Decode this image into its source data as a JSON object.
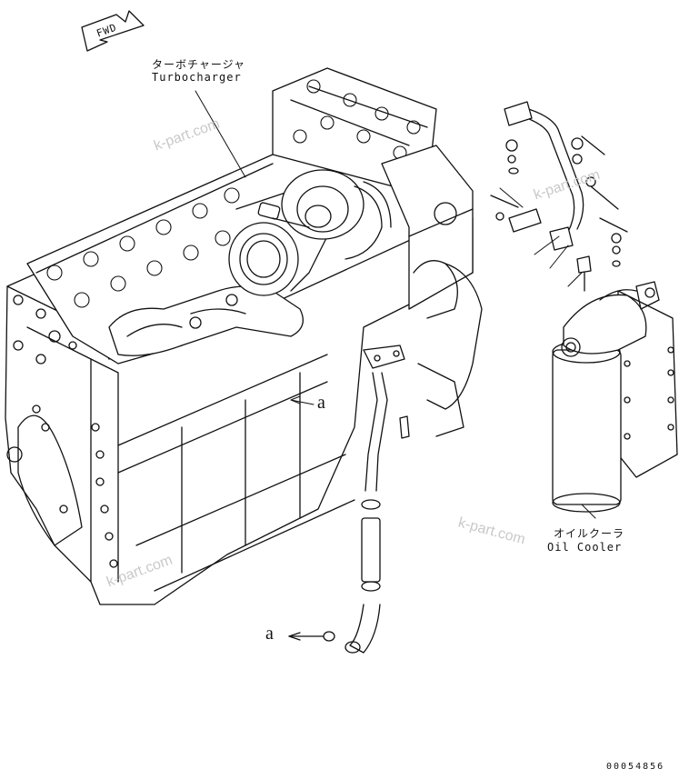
{
  "fwd_label": "FWD",
  "callouts": {
    "turbo_jp": "ターボチャージャ",
    "turbo_en": "Turbocharger",
    "cooler_jp": "オイルクーラ",
    "cooler_en": "Oil Cooler"
  },
  "ref_marks": {
    "upper": "a",
    "lower": "a"
  },
  "watermark": "k-part.com",
  "figure_number": "00054856"
}
